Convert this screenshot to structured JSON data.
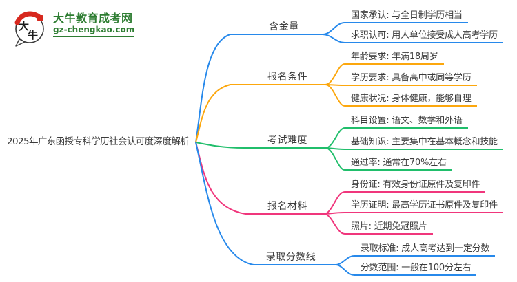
{
  "logo": {
    "badge_char_1": "大",
    "badge_char_2": "牛",
    "site_name": "大牛教育成考网",
    "site_domain": "gz-chengkao.com"
  },
  "central": {
    "title": "2025年广东函授专科学历社会认可度深度解析"
  },
  "colors": {
    "blue": "#2789EB",
    "orange": "#FCA70D",
    "green": "#20BE6B",
    "pink": "#F0367C",
    "text": "#3C3C3C",
    "logo_green": "#2E7D32",
    "logo_red": "#D7281E"
  },
  "branches": [
    {
      "label": "含金量",
      "color": "#2789EB",
      "children": [
        "国家承认: 与全日制学历相当",
        "求职认可: 用人单位接受成人高考学历"
      ]
    },
    {
      "label": "报名条件",
      "color": "#FCA70D",
      "children": [
        "年龄要求: 年满18周岁",
        "学历要求: 具备高中或同等学历",
        "健康状况: 身体健康，能够自理"
      ]
    },
    {
      "label": "考试难度",
      "color": "#20BE6B",
      "children": [
        "科目设置: 语文、数学和外语",
        "基础知识: 主要集中在基本概念和技能",
        "通过率: 通常在70%左右"
      ]
    },
    {
      "label": "报名材料",
      "color": "#F0367C",
      "children": [
        "身份证: 有效身份证原件及复印件",
        "学历证明: 最高学历证书原件及复印件",
        "照片: 近期免冠照片"
      ]
    },
    {
      "label": "录取分数线",
      "color": "#2789EB",
      "children": [
        "录取标准: 成人高考达到一定分数",
        "分数范围: 一般在100分左右"
      ]
    }
  ]
}
